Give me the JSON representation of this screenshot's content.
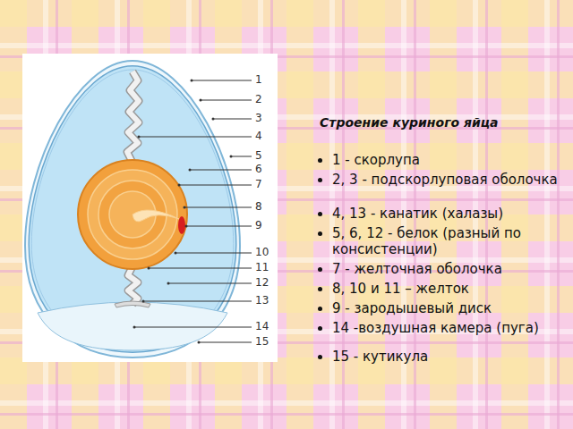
{
  "diagram": {
    "title": "Строение куриного яйца",
    "labels": [
      "1",
      "2",
      "3",
      "4",
      "5",
      "6",
      "7",
      "8",
      "9",
      "10",
      "11",
      "12",
      "13",
      "14",
      "15",
      "1 - скорлупа",
      "2, 3 - подскорлуповая оболочка",
      "4, 13 - канатик (халазы)",
      "5, 6, 12 - белок (разный по консистенции)",
      "7 - желточная оболочка",
      "8, 10 и 11 – желток",
      "9 - зародышевый диск",
      "14 -воздушная камера (пуга)",
      "15 - кутикула"
    ]
  }
}
